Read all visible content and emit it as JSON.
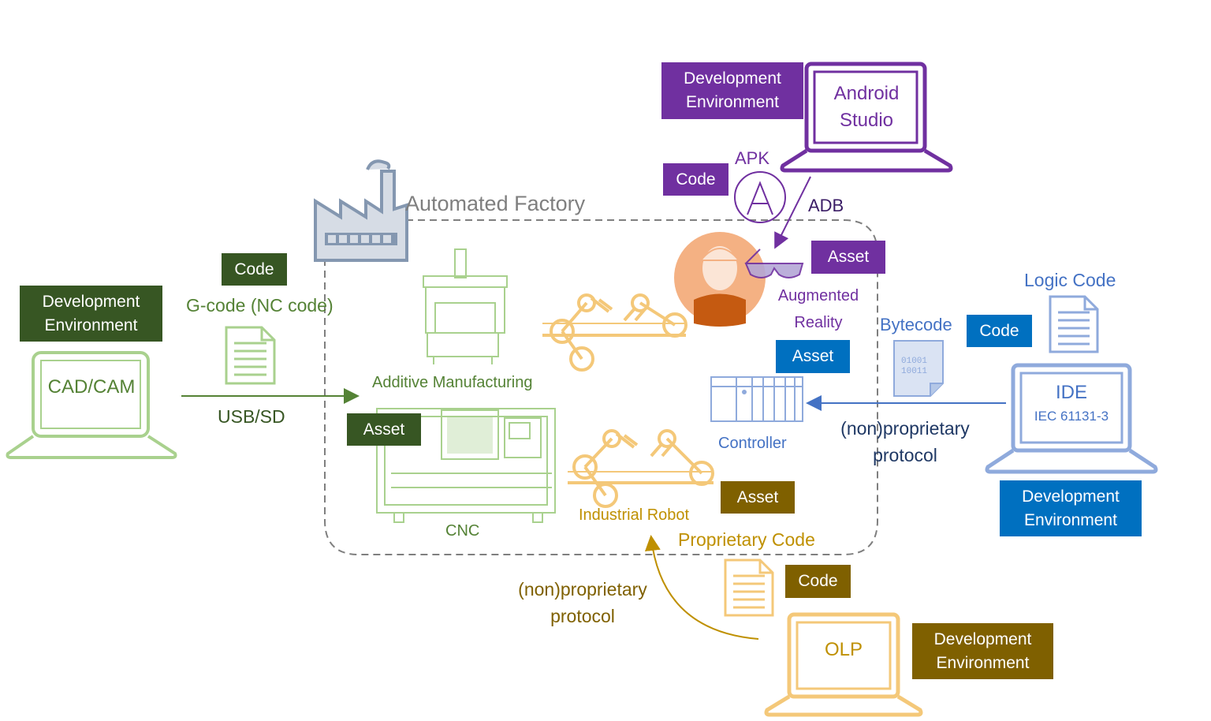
{
  "factory": {
    "title": "Automated Factory"
  },
  "colors": {
    "green_dark": "#375623",
    "green_light": "#a9d18e",
    "purple": "#7030a0",
    "blue": "#0070c0",
    "blue_light": "#8faadc",
    "gold_dark": "#7f6000",
    "gold_light": "#f4c879",
    "gray": "#7f7f7f"
  },
  "cadcam": {
    "dev_env": "Development\nEnvironment",
    "screen": "CAD/CAM",
    "code_badge": "Code",
    "code_label": "G-code (NC code)",
    "transfer": "USB/SD"
  },
  "android": {
    "dev_env": "Development\nEnvironment",
    "screen": "Android\nStudio",
    "code_badge": "Code",
    "apk": "APK",
    "adb": "ADB",
    "asset_badge": "Asset",
    "device": "Augmented\nReality"
  },
  "ide": {
    "code_label": "Logic Code",
    "bytecode": "Bytecode",
    "code_badge": "Code",
    "screen_title": "IDE",
    "screen_sub": "IEC 61131-3",
    "dev_env": "Development\nEnvironment",
    "protocol": "(non)proprietary\nprotocol",
    "asset_badge": "Asset",
    "device": "Controller",
    "bytes": "01001\n10011"
  },
  "olp": {
    "screen": "OLP",
    "dev_env": "Development\nEnvironment",
    "code_badge": "Code",
    "code_label": "Proprietary Code",
    "protocol": "(non)proprietary\nprotocol",
    "asset_badge": "Asset",
    "device": "Industrial Robot"
  },
  "machines": {
    "additive": "Additive Manufacturing",
    "cnc": "CNC",
    "cnc_asset": "Asset"
  }
}
